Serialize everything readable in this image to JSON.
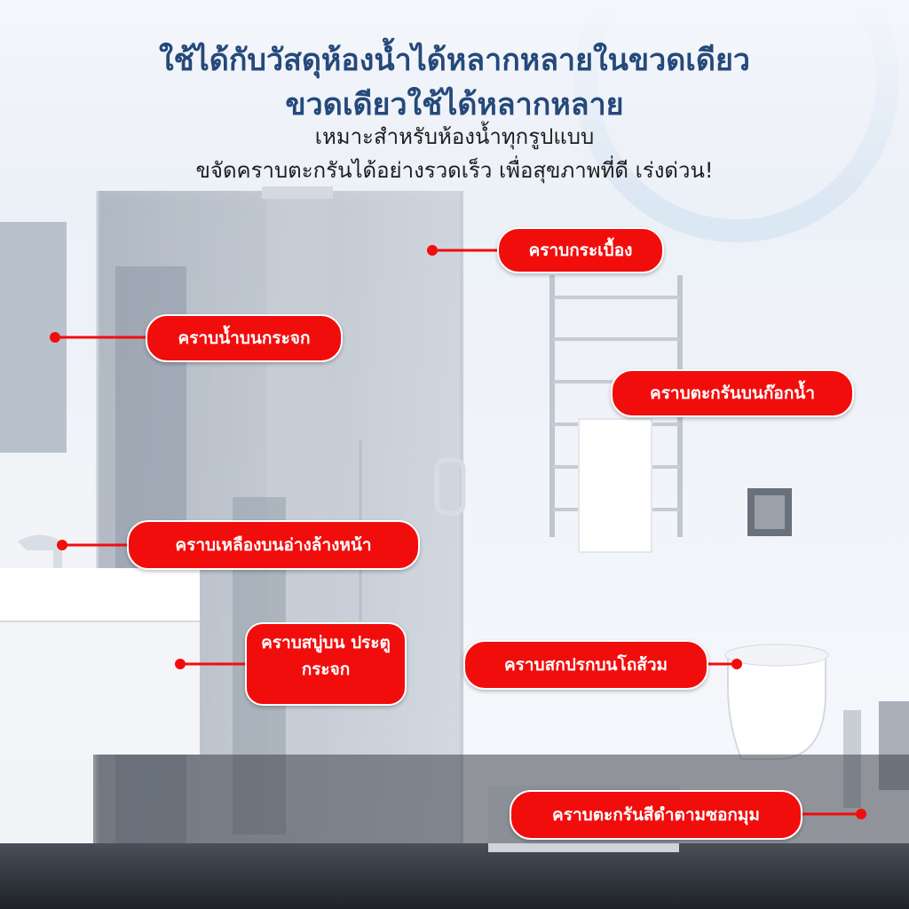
{
  "headline": {
    "line1": "ใช้ได้กับวัสดุห้องน้ำได้หลากหลายในขวดเดียว",
    "line2": "ขวดเดียวใช้ได้หลากหลาย",
    "line3": "เหมาะสำหรับห้องน้ำทุกรูปแบบ",
    "line4": "ขจัดคราบตะกรันได้อย่างรวดเร็ว เพื่อสุขภาพที่ดี เร่งด่วน!"
  },
  "labels": {
    "tile": "คราบกระเบื้อง",
    "glass_water": "คราบน้ำบนกระจก",
    "faucet": "คราบตะกรันบนก๊อกน้ำ",
    "sink": "คราบเหลืองบนอ่างล้างหน้า",
    "door_soap": "คราบสบู่บน ประตูกระจก",
    "toilet": "คราบสกปรกบนโถส้วม",
    "corner": "คราบตะกรันสีดำตามซอกมุม"
  },
  "colors": {
    "label_red": "#f20d0d",
    "headline_blue": "#25497a"
  }
}
